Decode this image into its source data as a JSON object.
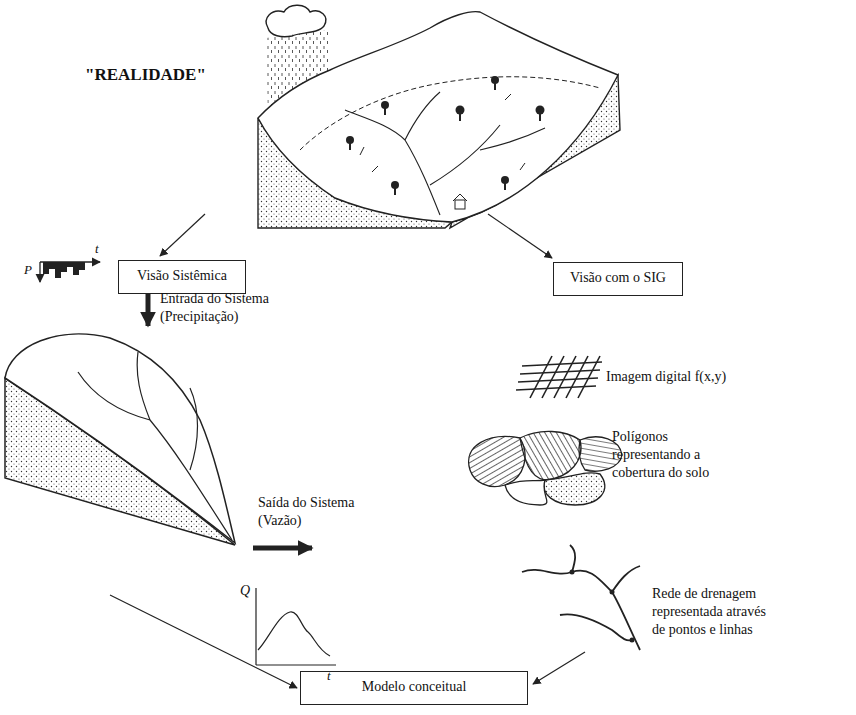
{
  "diagram": {
    "nodes": [
      {
        "text": [
          "Visão Sistêmica"
        ]
      },
      {
        "text": [
          "Visão com o SIG"
        ]
      },
      {
        "text": [
          "Modelo conceitual"
        ]
      }
    ],
    "labels": [
      "\"REALIDADE\"",
      "t",
      "P",
      "Entrada do Sistema (Precipitação)",
      "Saída do Sistema (Vazão)",
      "Q",
      "t",
      "Imagem digital f(x,y)",
      "Polígonos representando a cobertura do solo",
      "Rede de drenagem representada através de pontos e linhas"
    ]
  }
}
